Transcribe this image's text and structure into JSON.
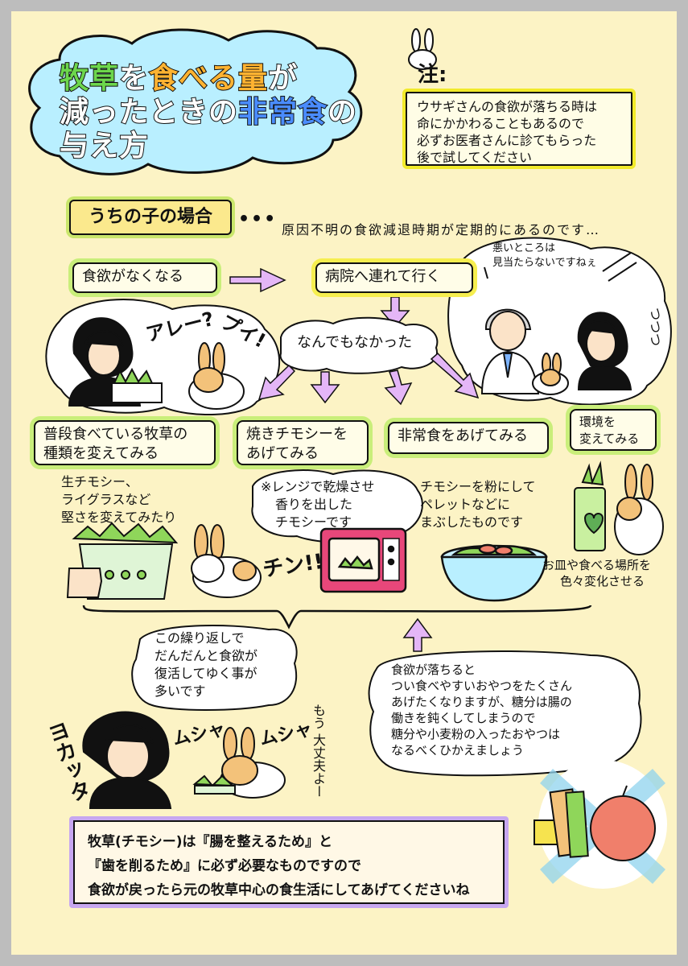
{
  "title": {
    "line1": [
      {
        "text": "牧草",
        "color": "green"
      },
      {
        "text": "を",
        "color": "white"
      },
      {
        "text": "食べる",
        "color": "orange"
      },
      {
        "text": "量",
        "color": "orange"
      },
      {
        "text": "が",
        "color": "white"
      }
    ],
    "line2": [
      {
        "text": "減ったときの",
        "color": "white"
      },
      {
        "text": "非常食",
        "color": "blue"
      },
      {
        "text": "の",
        "color": "white"
      }
    ],
    "line3": [
      {
        "text": "与え方",
        "color": "white"
      }
    ]
  },
  "note": {
    "label": "注:",
    "lines": [
      "ウサギさんの食欲が落ちる時は",
      "命にかかわることもあるので",
      "必ずお医者さんに診てもらった",
      "後で試してください"
    ]
  },
  "case": {
    "label": "うちの子の場合",
    "dots": "•••",
    "description": "原因不明の食欲減退時期が定期的にあるのです…"
  },
  "flow": {
    "step1": "食欲がなくなる",
    "step2": "病院へ連れて行く",
    "result": "なんでもなかった",
    "doctor_speech": [
      "悪いところは",
      "見当たらないですねぇ"
    ]
  },
  "sfx": {
    "are": "アレー?",
    "pui": "プイ!",
    "chin": "チン!!",
    "yokatta": "ヨカッタ",
    "musha1": "ムシャ",
    "musha2": "ムシャ",
    "gugu": "つつつ"
  },
  "options": [
    {
      "label": [
        "普段食べている牧草の",
        "種類を変えてみる"
      ],
      "desc": [
        "生チモシー、",
        "ライグラスなど",
        "堅さを変えてみたり"
      ]
    },
    {
      "label": [
        "焼きチモシーを",
        "あげてみる"
      ],
      "desc": [
        "※レンジで乾燥させ",
        "香りを出した",
        "チモシーです"
      ]
    },
    {
      "label": [
        "非常食をあげてみる"
      ],
      "desc": [
        "チモシーを粉にして",
        "ペレットなどに",
        "まぶしたものです"
      ]
    },
    {
      "label": [
        "環境を",
        "変えてみる"
      ],
      "desc": [
        "お皿や食べる場所を",
        "色々変化させる"
      ]
    }
  ],
  "repeat_bubble": [
    "この繰り返しで",
    "だんだんと食欲が",
    "復活してゆく事が",
    "多いです"
  ],
  "bunny_speech": [
    "もう",
    "大丈夫よー"
  ],
  "warning_bubble": [
    "食欲が落ちると",
    "つい食べやすいおやつをたくさん",
    "あげたくなりますが、糖分は腸の",
    "働きを鈍くしてしまうので",
    "糖分や小麦粉の入ったおやつは",
    "なるべくひかえましょう"
  ],
  "bottom": [
    "牧草(チモシー)は『腸を整えるため』と",
    "『歯を削るため』に必ず必要なものですので",
    "食欲が戻ったら元の牧草中心の食生活にしてあげてくださいね"
  ],
  "colors": {
    "background": "#fcf3c5",
    "title_green": "#6cd64c",
    "title_orange": "#ffb331",
    "title_blue": "#4a8cff",
    "cloud_blue": "#b9efff",
    "arrow_purple": "#e4b6f7",
    "pill_green": "#c9ee7a",
    "note_yellow": "#f1ea2a",
    "bottom_purple": "#c7a7f0"
  }
}
